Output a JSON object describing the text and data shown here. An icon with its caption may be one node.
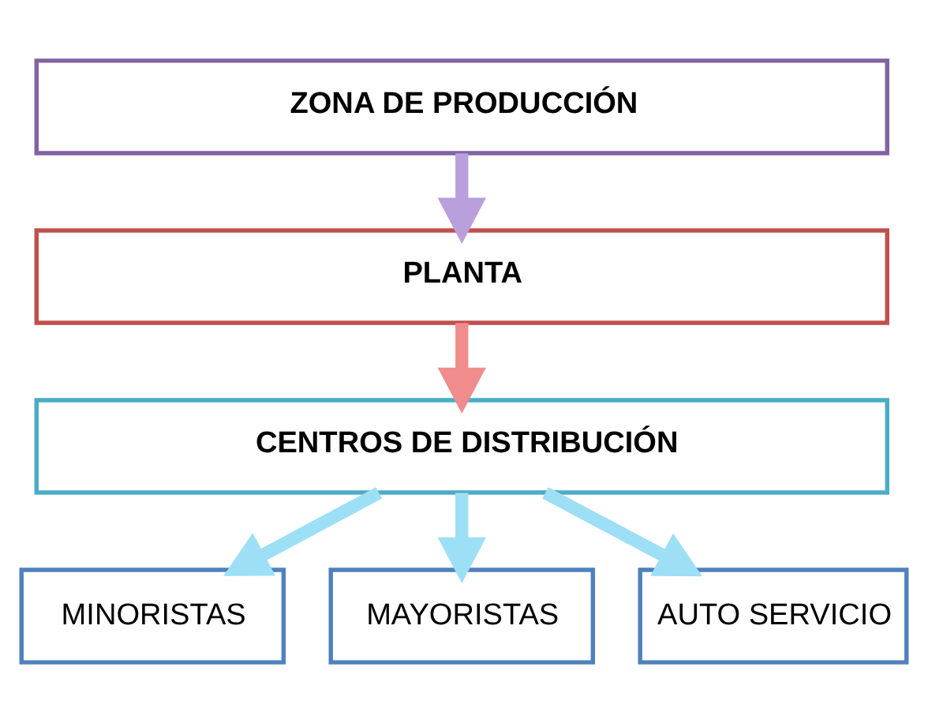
{
  "diagram": {
    "nodes": [
      {
        "text": [
          "ZONA DE PRODUCCIÓN"
        ]
      },
      {
        "text": [
          "PLANTA"
        ]
      },
      {
        "text": [
          "CENTROS DE DISTRIBUCIÓN"
        ]
      },
      {
        "text": [
          "MINORISTAS"
        ]
      },
      {
        "text": [
          "MAYORISTAS"
        ]
      },
      {
        "text": [
          "AUTO SERVICIO"
        ]
      }
    ],
    "edges": [
      {
        "from": 0,
        "to": 1,
        "arrow": "to",
        "color": "#b9a0dc"
      },
      {
        "from": 1,
        "to": 2,
        "arrow": "to",
        "color": "#f08c8c"
      },
      {
        "from": 2,
        "to": 3,
        "arrow": "to"
      },
      {
        "from": 2,
        "to": 4,
        "arrow": "to"
      },
      {
        "from": 2,
        "to": 5,
        "arrow": "to"
      }
    ]
  }
}
